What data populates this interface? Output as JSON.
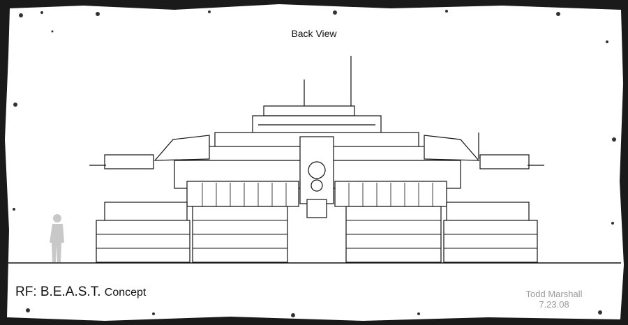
{
  "view_title": "Back View",
  "concept": {
    "prefix": "RF: B.E.A.S.T.",
    "suffix": "Concept"
  },
  "artist": {
    "name": "Todd Marshall",
    "date": "7.23.08"
  }
}
